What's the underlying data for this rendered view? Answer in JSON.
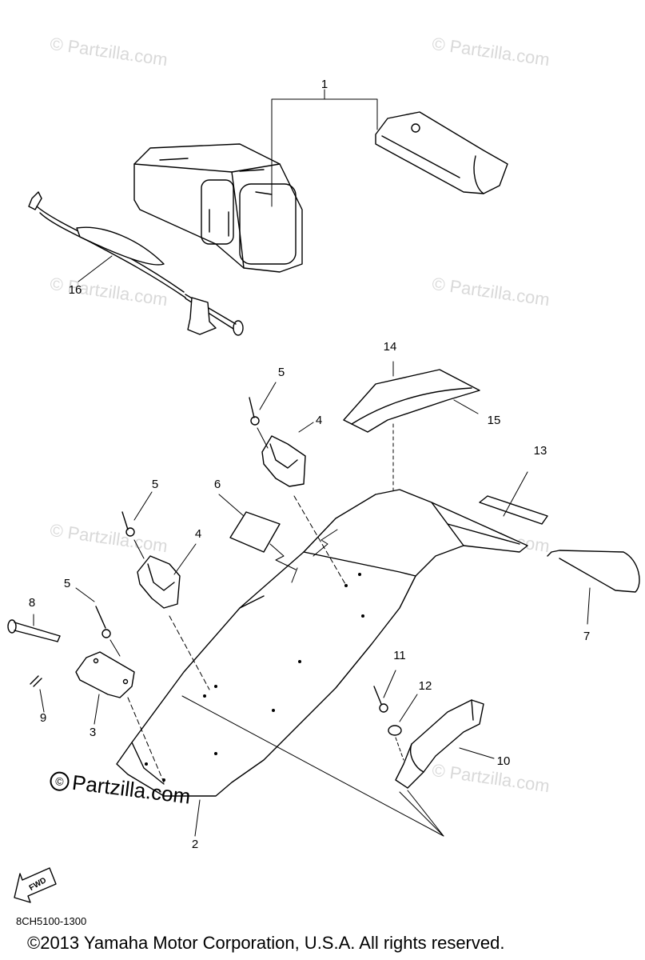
{
  "watermark": "© Partzilla.com",
  "watermark_main": {
    "symbol": "©",
    "text": "Partzilla.com"
  },
  "fwd_label": "FWD",
  "diagram_code": "8CH5100-1300",
  "copyright": "©2013  Yamaha Motor Corporation, U.S.A. All rights reserved.",
  "callouts": {
    "c1": "1",
    "c2": "2",
    "c3": "3",
    "c4a": "4",
    "c4b": "4",
    "c5a": "5",
    "c5b": "5",
    "c5c": "5",
    "c6": "6",
    "c7": "7",
    "c8": "8",
    "c9": "9",
    "c10": "10",
    "c11": "11",
    "c12": "12",
    "c13": "13",
    "c14": "14",
    "c15": "15",
    "c16": "16"
  }
}
